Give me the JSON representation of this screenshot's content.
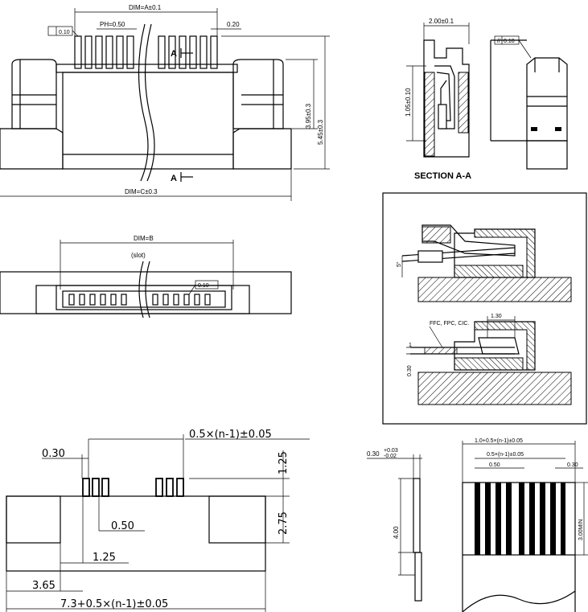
{
  "top_view": {
    "dim_a": "DIM=A±0.1",
    "pitch": "PH=0.50",
    "pitch_tol": "0.10",
    "lead_width": "0.20",
    "height_1": "3.95±0.3",
    "height_2": "5.45±0.3",
    "dim_c": "DIM=C±0.3",
    "section_a": "A"
  },
  "section_view": {
    "width": "2.00±0.1",
    "height": "1.05±0.10",
    "title": "SECTION A-A"
  },
  "side_view": {
    "tolerance": "0.10"
  },
  "front_view": {
    "dim_b": "DIM=B",
    "slot": "(slot)",
    "tolerance": "0.10"
  },
  "inset": {
    "angle": "5°",
    "insert_depth": "1.30",
    "ffc_label": "FFC, FPC, CIC.",
    "ffc_mark": "1",
    "thickness": "0.30"
  },
  "pcb_layout": {
    "pitch_span": "0.5×(n-1)±0.05",
    "pad_width": "0.30",
    "pad_length": "1.25",
    "pad_space": "0.50",
    "height": "2.75",
    "offset_1": "1.25",
    "offset_2": "3.65",
    "total_length": "7.3+0.5×(n-1)±0.05"
  },
  "ffc_spec": {
    "thickness": "0.30",
    "thickness_tol_upper": "+0.03",
    "thickness_tol_lower": "-0.02",
    "length": "4.00",
    "overall": "1.0+0.5×(n-1)±0.05",
    "span": "0.5×(n-1)±0.05",
    "pitch": "0.50",
    "conductor": "0.30",
    "min_length": "3.00MIN"
  }
}
